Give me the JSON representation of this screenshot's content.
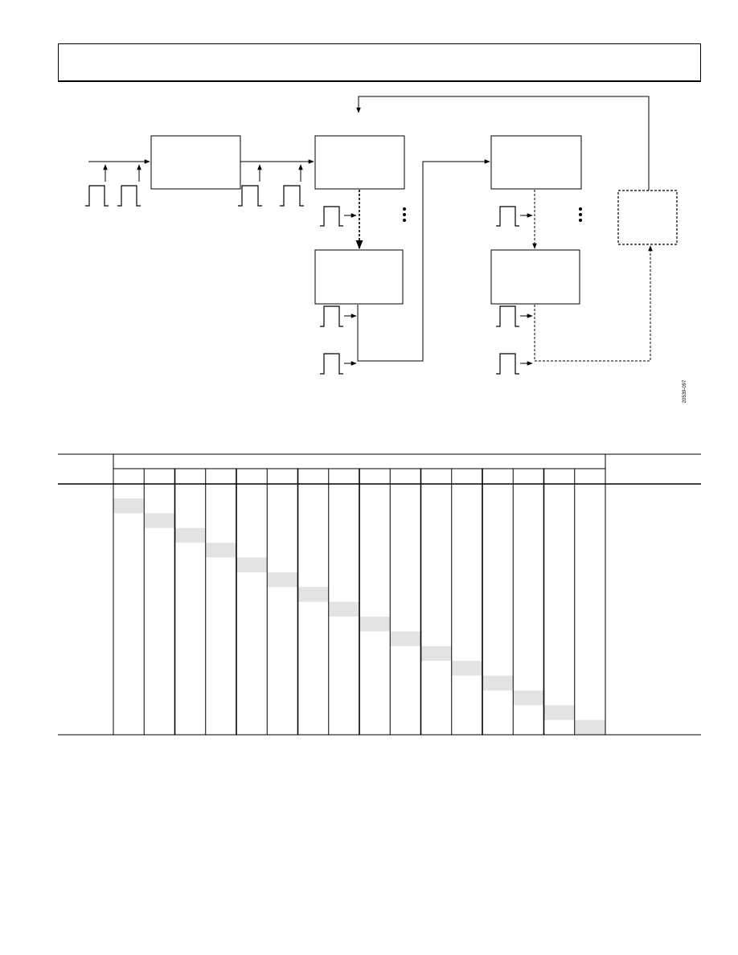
{
  "page": {
    "header_text": ""
  },
  "figure": {
    "id_label": "20539-097",
    "block_labels": [
      "",
      "",
      "",
      "",
      "",
      "",
      ""
    ],
    "continuation_glyph": "•••"
  },
  "table": {
    "columns": 16,
    "rows": 16,
    "highlight_color": "#e3e3e3",
    "header_left": "",
    "header_right": "",
    "diagonal_shading": true
  }
}
